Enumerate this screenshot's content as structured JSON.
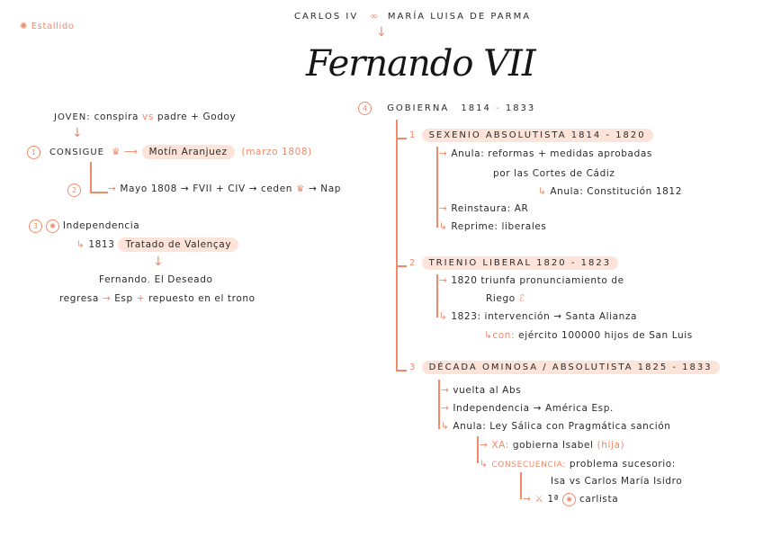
{
  "header": {
    "estallido_label": "Estallido",
    "parents_left": "CARLOS IV",
    "parents_right": "MARÍA LUISA DE PARMA",
    "title": "Fernando VII"
  },
  "left": {
    "joven_label": "JOVEN:",
    "joven_text": "conspira",
    "joven_vs": "vs",
    "joven_rest": "padre + Godoy",
    "step1_num": "1",
    "consigue_label": "CONSIGUE",
    "motin": "Motín Aranjuez",
    "motin_date": "(marzo 1808)",
    "step2_num": "2",
    "mayo_text": "Mayo 1808 → FVII + CIV → ceden",
    "mayo_target": "→ Nap",
    "step3_num": "3",
    "independencia": "Independencia",
    "tratado_year": "1813",
    "tratado": "Tratado de Valençay",
    "deseado_a": "Fernando",
    "deseado_b": "El Deseado",
    "regresa_a": "regresa",
    "regresa_b": "Esp",
    "regresa_c": "repuesto en el trono"
  },
  "right": {
    "step4_num": "4",
    "gobierna": "GOBIERNA",
    "gobierna_years_a": "1814",
    "gobierna_years_b": "1833",
    "periods": [
      {
        "num": "1",
        "label": "SEXENIO ABSOLUTISTA 1814 - 1820",
        "items": [
          "Anula: reformas + medidas aprobadas",
          "por las Cortes de Cádiz",
          "Anula: Constitución 1812",
          "Reinstaura: AR",
          "Reprime: liberales"
        ]
      },
      {
        "num": "2",
        "label": "TRIENIO LIBERAL 1820 - 1823",
        "items": [
          "1820 triunfa pronunciamiento de",
          "Riego",
          "1823: intervención → Santa Alianza",
          "con:",
          "ejército 100000 hijos de San Luis"
        ]
      },
      {
        "num": "3",
        "label": "DÉCADA OMINOSA / ABSOLUTISTA 1825 - 1833",
        "items": [
          "vuelta al Abs",
          "Independencia → América Esp.",
          "Anula: Ley Sálica con Pragmática sanción",
          "XA:",
          "gobierna Isabel",
          "(hija)",
          "CONSECUENCIA:",
          "problema sucesorio:",
          "Isa vs Carlos María Isidro",
          "1ª",
          "carlista"
        ]
      }
    ]
  },
  "colors": {
    "accent": "#f08a6a",
    "highlight": "#fde3d8",
    "ink": "#2b2b2b"
  }
}
